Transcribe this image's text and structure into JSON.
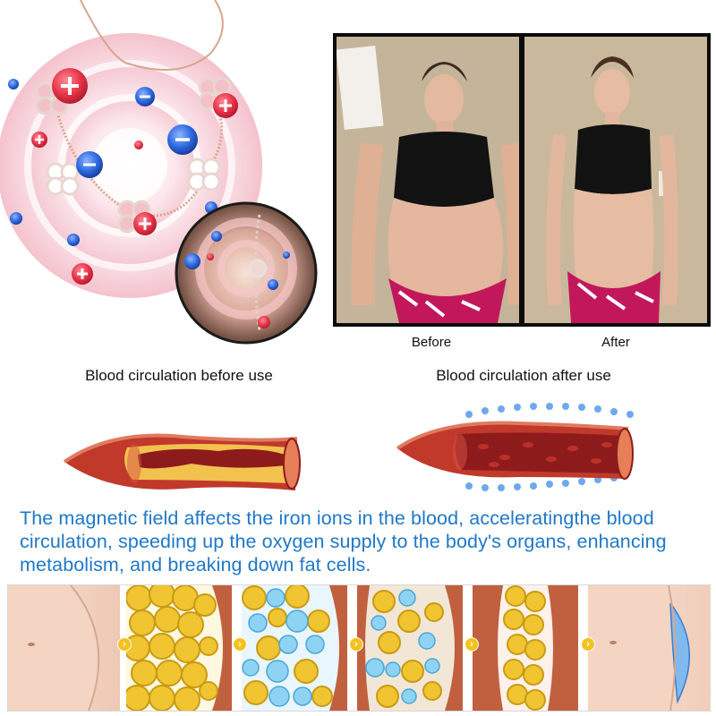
{
  "photo": {
    "before_label": "Before",
    "after_label": "After"
  },
  "circulation": {
    "before_label": "Blood circulation before use",
    "after_label": "Blood circulation after use"
  },
  "description": "The magnetic field affects the iron ions in the blood, acceleratingthe blood circulation, speeding up the oxygen supply to the body's organs, enhancing metabolism, and breaking down fat cells.",
  "colors": {
    "description_text": "#1f78c8",
    "positive_ion": "#e8364a",
    "negative_ion": "#2f6be0",
    "vessel_red": "#c0392b",
    "fat_yellow": "#f0c531",
    "arrow_yellow": "#f4c21f"
  },
  "icons": {
    "positive": "plus-ion-icon",
    "negative": "minus-ion-icon",
    "arrow": "chevron-right-icon"
  }
}
